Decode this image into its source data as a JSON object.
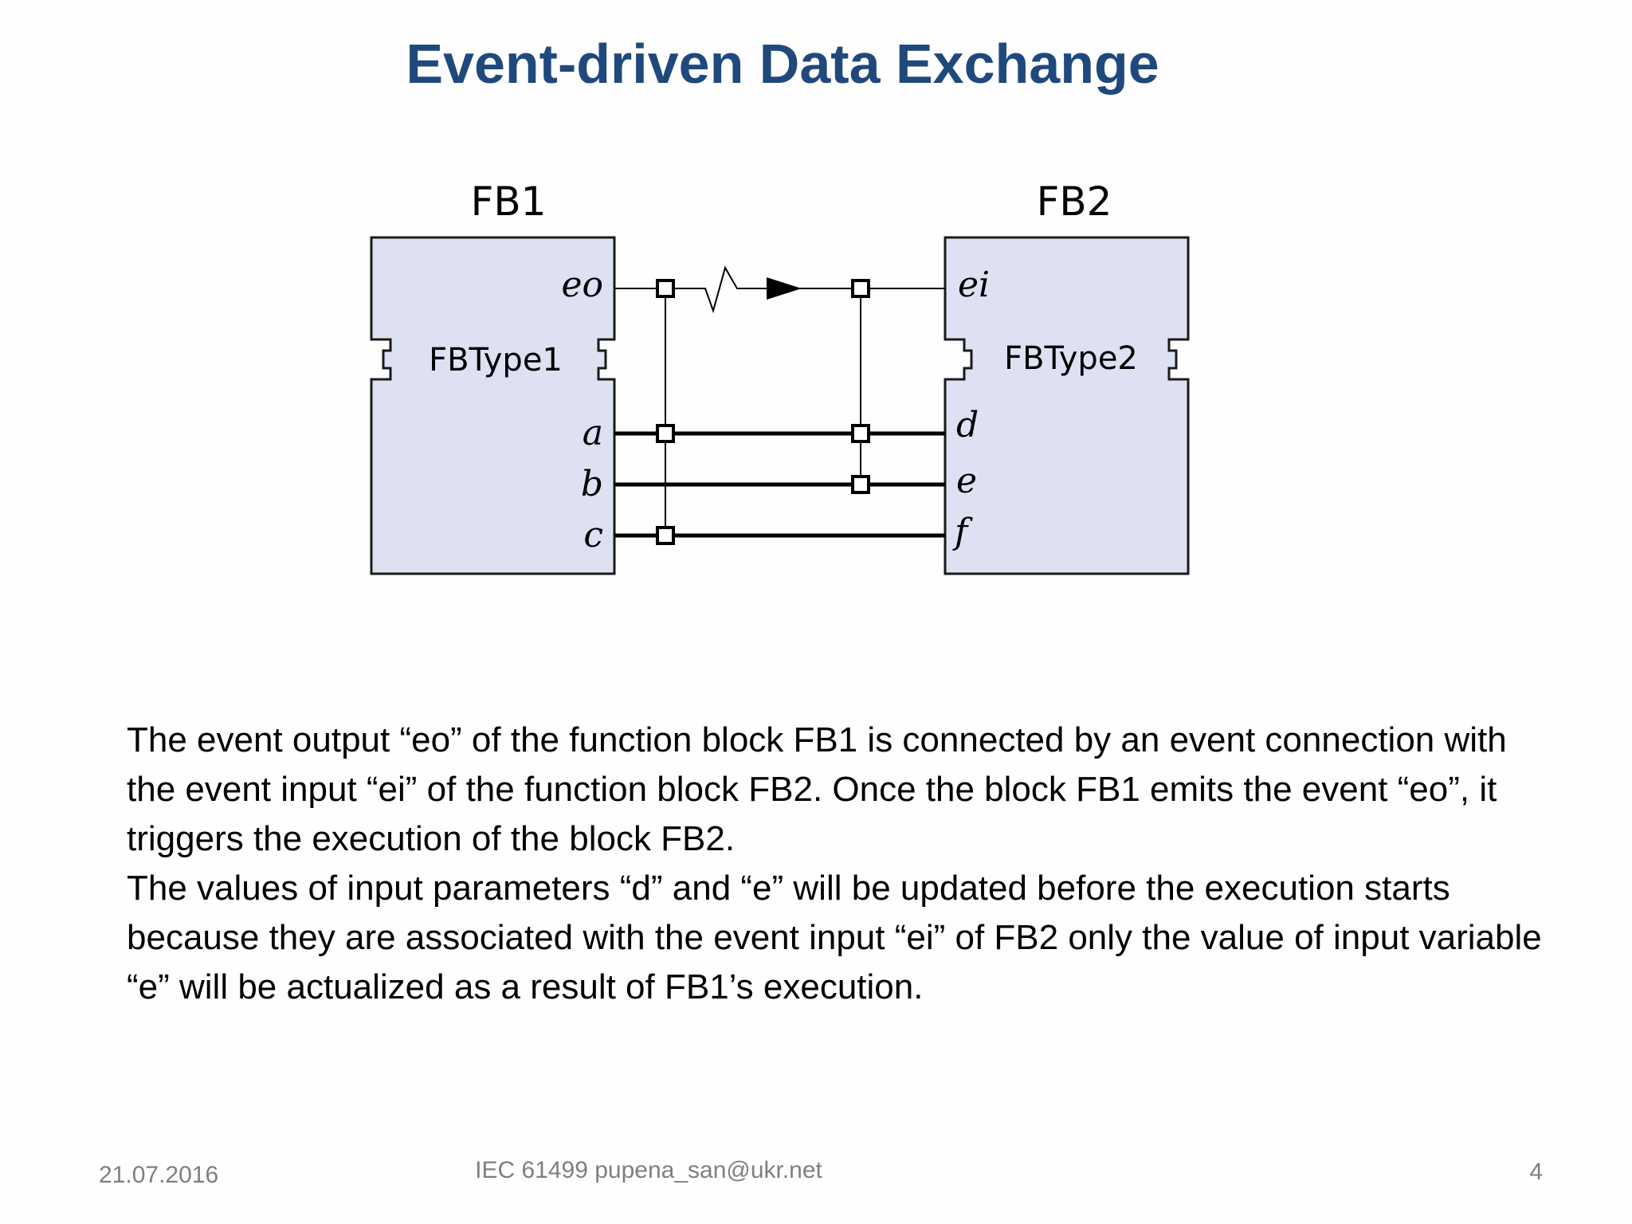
{
  "slide": {
    "title": "Event-driven Data Exchange"
  },
  "diagram": {
    "fb1": {
      "name": "FB1",
      "type": "FBType1",
      "event_output": "eo",
      "data_outputs": [
        "a",
        "b",
        "c"
      ]
    },
    "fb2": {
      "name": "FB2",
      "type": "FBType2",
      "event_input": "ei",
      "data_inputs": [
        "d",
        "e",
        "f"
      ]
    },
    "colors": {
      "block_fill": "#dde1f2",
      "block_stroke": "#1a1a1a",
      "line": "#000000"
    }
  },
  "body": {
    "paragraph1": "The event output “eo” of the function block FB1 is connected by an event connection with the event input “ei” of the function block FB2. Once the block FB1 emits the event “eo”, it triggers the execution of the block FB2.",
    "paragraph2": "The values of input parameters “d” and “e” will be updated before the execution starts because they are associated with the event input “ei” of FB2 only the value of input variable “e” will be actualized as a result of FB1’s execution."
  },
  "footer": {
    "date": "21.07.2016",
    "center": "IEC 61499 pupena_san@ukr.net",
    "page": "4"
  },
  "theme": {
    "title_color": "#1f497d",
    "footer_color": "#7f7f7f"
  }
}
